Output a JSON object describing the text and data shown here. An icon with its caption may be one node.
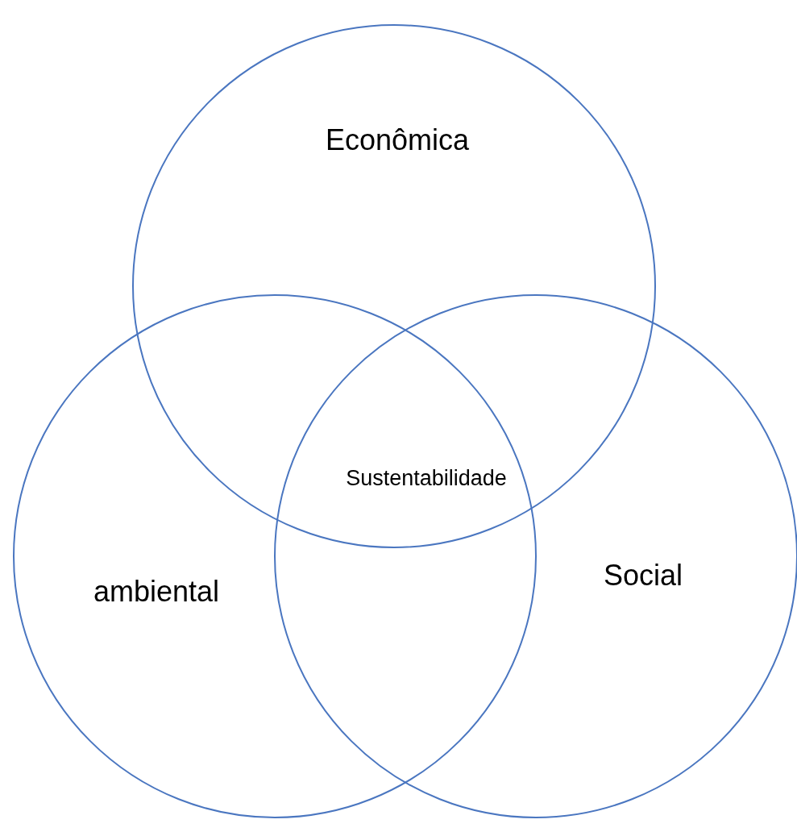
{
  "diagram": {
    "nodes": [
      {
        "text": [
          "Econômica"
        ]
      },
      {
        "text": [
          "ambiental"
        ]
      },
      {
        "text": [
          "Social"
        ]
      }
    ],
    "labels": [
      "Sustentabilidade"
    ]
  }
}
